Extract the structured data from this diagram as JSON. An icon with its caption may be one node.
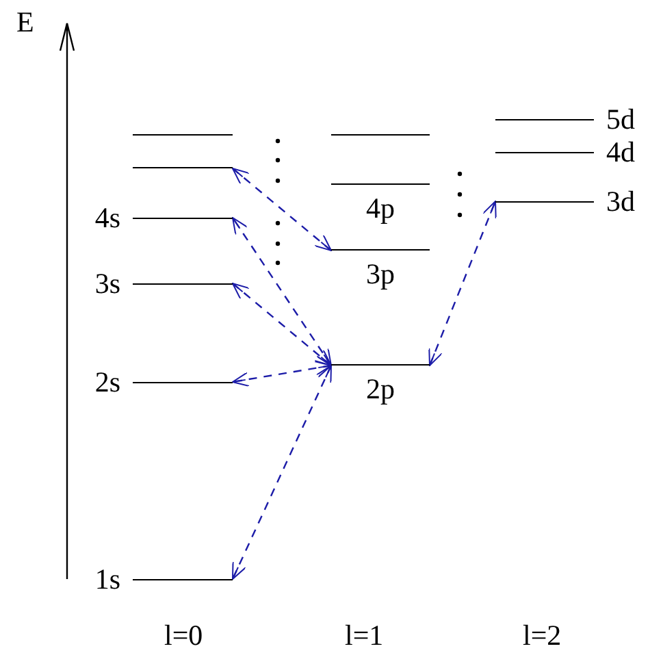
{
  "diagram": {
    "nodes": [
      {
        "text": [],
        "shape": "bar"
      },
      {
        "text": [],
        "shape": "bar"
      },
      {
        "text": [
          "4s"
        ]
      },
      {
        "text": [
          "3s"
        ]
      },
      {
        "text": [
          "2s"
        ]
      },
      {
        "text": [
          "1s"
        ]
      },
      {
        "text": [],
        "shape": "bar"
      },
      {
        "text": [
          "4p"
        ]
      },
      {
        "text": [
          "3p"
        ]
      },
      {
        "text": [
          "2p"
        ]
      },
      {
        "text": [
          "5d"
        ]
      },
      {
        "text": [
          "4d"
        ]
      },
      {
        "text": [
          "3d"
        ]
      }
    ],
    "edges": [
      {
        "from": 9,
        "to": 5,
        "arrow": "both",
        "style": "dashed"
      },
      {
        "from": 9,
        "to": 4,
        "arrow": "both",
        "style": "dashed"
      },
      {
        "from": 9,
        "to": 3,
        "arrow": "both",
        "style": "dashed"
      },
      {
        "from": 9,
        "to": 2,
        "arrow": "both",
        "style": "dashed"
      },
      {
        "from": 8,
        "to": 1,
        "arrow": "both",
        "style": "dashed"
      },
      {
        "from": 9,
        "to": 12,
        "arrow": "both",
        "style": "dashed"
      }
    ],
    "labels": [
      "E",
      "l=0",
      "l=1",
      "l=2"
    ]
  }
}
